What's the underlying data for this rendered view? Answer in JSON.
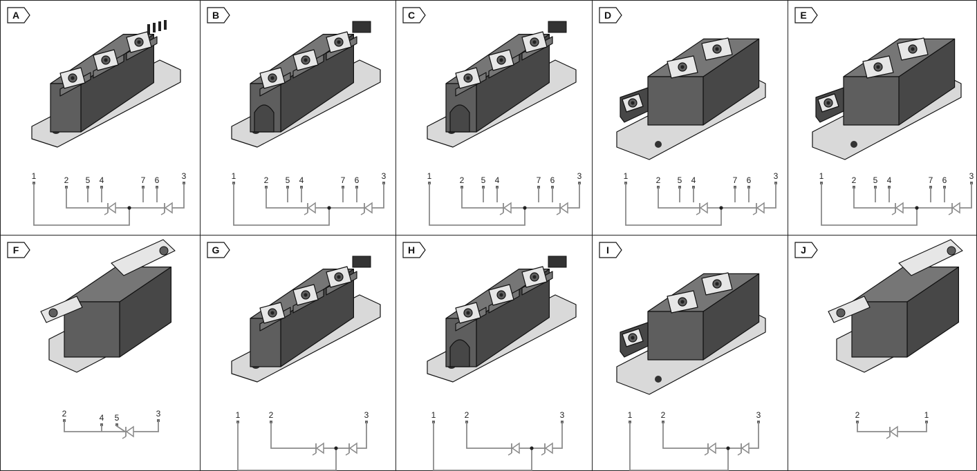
{
  "colors": {
    "body": "#5e5e5e",
    "body_dark": "#474747",
    "body_top": "#767676",
    "pad": "#e6e6e6",
    "base": "#d9d9d9",
    "wire": "#8a8a8a",
    "line": "#111111"
  },
  "modules": [
    {
      "label": "A",
      "shape": "long",
      "terminals": "pins",
      "circuit": "two-diodes-7pin",
      "pins": [
        "1",
        "2",
        "5",
        "4",
        "7",
        "6",
        "3"
      ]
    },
    {
      "label": "B",
      "shape": "long-cut",
      "terminals": "socket",
      "circuit": "two-diodes-7pin",
      "pins": [
        "1",
        "2",
        "5",
        "4",
        "7",
        "6",
        "3"
      ]
    },
    {
      "label": "C",
      "shape": "long-cut",
      "terminals": "socket",
      "circuit": "two-diodes-7pin",
      "pins": [
        "1",
        "2",
        "5",
        "4",
        "7",
        "6",
        "3"
      ]
    },
    {
      "label": "D",
      "shape": "compact",
      "terminals": "none",
      "circuit": "two-diodes-7pin",
      "pins": [
        "1",
        "2",
        "5",
        "4",
        "7",
        "6",
        "3"
      ]
    },
    {
      "label": "E",
      "shape": "compact",
      "terminals": "none",
      "circuit": "two-diodes-7pin",
      "pins": [
        "1",
        "2",
        "5",
        "4",
        "7",
        "6",
        "3"
      ]
    },
    {
      "label": "F",
      "shape": "cube",
      "terminals": "none",
      "circuit": "single-diode-4pin",
      "pins": [
        "2",
        "4",
        "5",
        "3"
      ]
    },
    {
      "label": "G",
      "shape": "long",
      "terminals": "socket",
      "circuit": "two-diodes-3pin",
      "pins": [
        "1",
        "2",
        "3"
      ]
    },
    {
      "label": "H",
      "shape": "long-cut",
      "terminals": "socket",
      "circuit": "two-diodes-3pin",
      "pins": [
        "1",
        "2",
        "3"
      ]
    },
    {
      "label": "I",
      "shape": "compact",
      "terminals": "none",
      "circuit": "two-diodes-3pin",
      "pins": [
        "1",
        "2",
        "3"
      ]
    },
    {
      "label": "J",
      "shape": "cube",
      "terminals": "none",
      "circuit": "single-diode-2pin",
      "pins": [
        "2",
        "1"
      ]
    }
  ]
}
